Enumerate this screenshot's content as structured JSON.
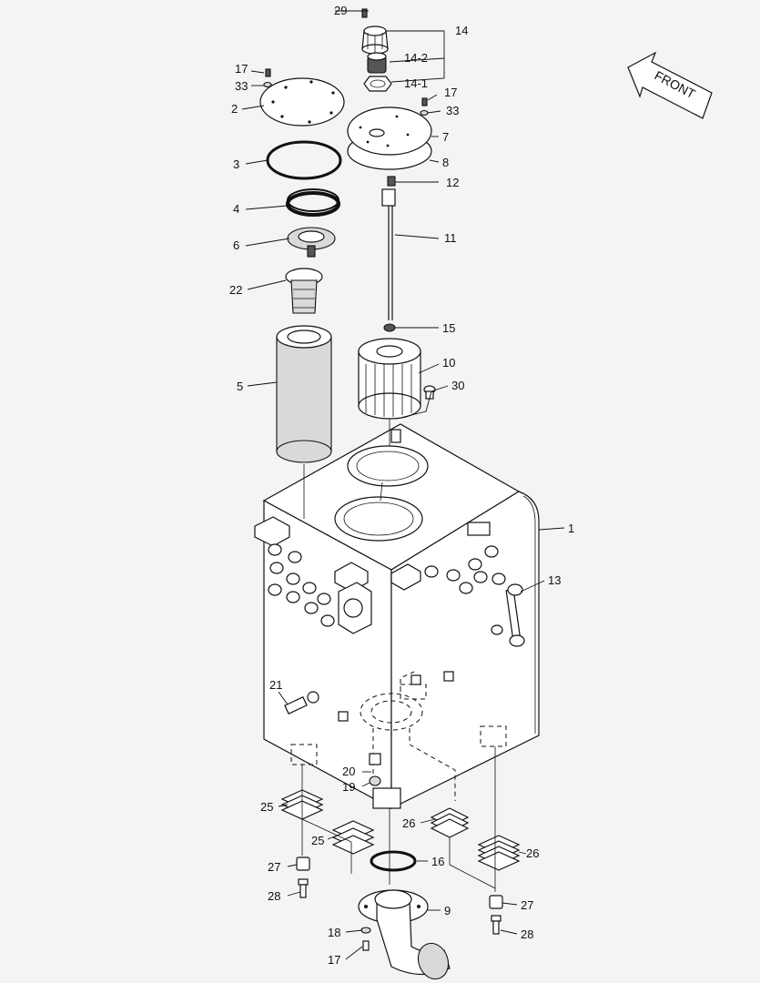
{
  "diagram": {
    "front_label": "FRONT",
    "callouts": [
      {
        "id": "c29",
        "text": "29"
      },
      {
        "id": "c14",
        "text": "14"
      },
      {
        "id": "c14-2",
        "text": "14-2"
      },
      {
        "id": "c14-1",
        "text": "14-1"
      },
      {
        "id": "c17a",
        "text": "17"
      },
      {
        "id": "c33a",
        "text": "33"
      },
      {
        "id": "c2",
        "text": "2"
      },
      {
        "id": "c17b",
        "text": "17"
      },
      {
        "id": "c33b",
        "text": "33"
      },
      {
        "id": "c7",
        "text": "7"
      },
      {
        "id": "c3",
        "text": "3"
      },
      {
        "id": "c8",
        "text": "8"
      },
      {
        "id": "c12",
        "text": "12"
      },
      {
        "id": "c4",
        "text": "4"
      },
      {
        "id": "c11",
        "text": "11"
      },
      {
        "id": "c6",
        "text": "6"
      },
      {
        "id": "c22",
        "text": "22"
      },
      {
        "id": "c15",
        "text": "15"
      },
      {
        "id": "c10",
        "text": "10"
      },
      {
        "id": "c5",
        "text": "5"
      },
      {
        "id": "c30",
        "text": "30"
      },
      {
        "id": "c1",
        "text": "1"
      },
      {
        "id": "c13",
        "text": "13"
      },
      {
        "id": "c21",
        "text": "21"
      },
      {
        "id": "c20",
        "text": "20"
      },
      {
        "id": "c19",
        "text": "19"
      },
      {
        "id": "c25a",
        "text": "25"
      },
      {
        "id": "c26a",
        "text": "26"
      },
      {
        "id": "c25b",
        "text": "25"
      },
      {
        "id": "c26b",
        "text": "26"
      },
      {
        "id": "c16",
        "text": "16"
      },
      {
        "id": "c27a",
        "text": "27"
      },
      {
        "id": "c28a",
        "text": "28"
      },
      {
        "id": "c9",
        "text": "9"
      },
      {
        "id": "c27b",
        "text": "27"
      },
      {
        "id": "c18",
        "text": "18"
      },
      {
        "id": "c28b",
        "text": "28"
      },
      {
        "id": "c17c",
        "text": "17"
      }
    ]
  }
}
